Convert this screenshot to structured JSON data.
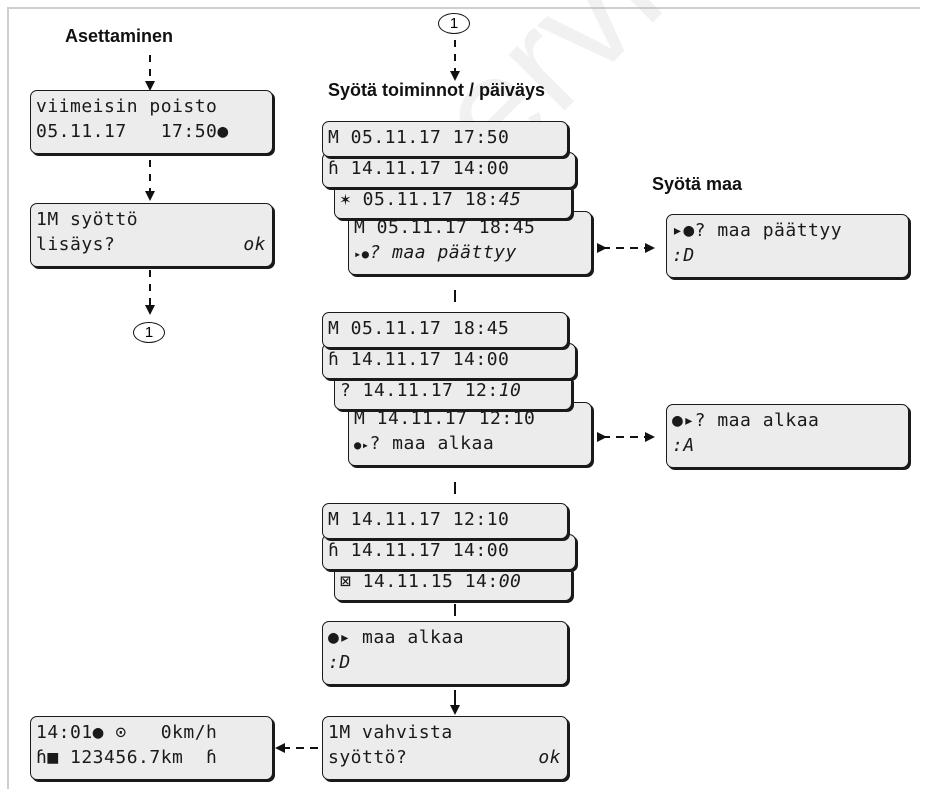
{
  "titles": {
    "asettaminen": "Asettaminen",
    "syota_toiminnot": "Syötä toiminnot / päiväys",
    "syota_maa": "Syötä maa"
  },
  "markers": {
    "one": "1"
  },
  "left": {
    "box1": {
      "line1": "viimeisin poisto",
      "line2": "05.11.17   17:50●"
    },
    "box2": {
      "line1": "1M syöttö",
      "line2": "lisäys?",
      "ok": "ok"
    }
  },
  "group1": {
    "a": {
      "line1": "M 05.11.17 17:50"
    },
    "b": {
      "line1": "ɦ 14.11.17 14:00"
    },
    "c": {
      "line1": "✶ 05.11.17 18:",
      "time_it": "45"
    },
    "d": {
      "line1": "M 05.11.17 18:45",
      "line2_icon": "▸●",
      "line2": "? maa päättyy"
    }
  },
  "group2": {
    "a": {
      "line1": "M 05.11.17 18:45"
    },
    "b": {
      "line1": "ɦ 14.11.17 14:00"
    },
    "c": {
      "line1": "? 14.11.17 12:",
      "time_it": "10"
    },
    "d": {
      "line1": "M 14.11.17 12:10",
      "line2_icon": "●▸",
      "line2": "? maa alkaa"
    }
  },
  "group3": {
    "a": {
      "line1": "M 14.11.17 12:10"
    },
    "b": {
      "line1": "ɦ 14.11.17 14:00"
    },
    "c": {
      "line1": "⊠ 14.11.15 14:",
      "time_it": "00"
    }
  },
  "right": {
    "country_end": {
      "line1": "▸●? maa päättyy",
      "line2": ":D"
    },
    "country_start": {
      "line1": "●▸? maa alkaa",
      "line2": ":A"
    }
  },
  "center_lower": {
    "country_confirm": {
      "line1": "●▸ maa alkaa",
      "line2": ":D"
    },
    "confirm_entry": {
      "line1": "1M vahvista",
      "line2": "syöttö?",
      "ok": "ok"
    }
  },
  "standard": {
    "line1": "14:01● ⊙   0km/h",
    "line2": "ɦ■ 123456.7km  ɦ"
  },
  "watermark": "Service Only"
}
